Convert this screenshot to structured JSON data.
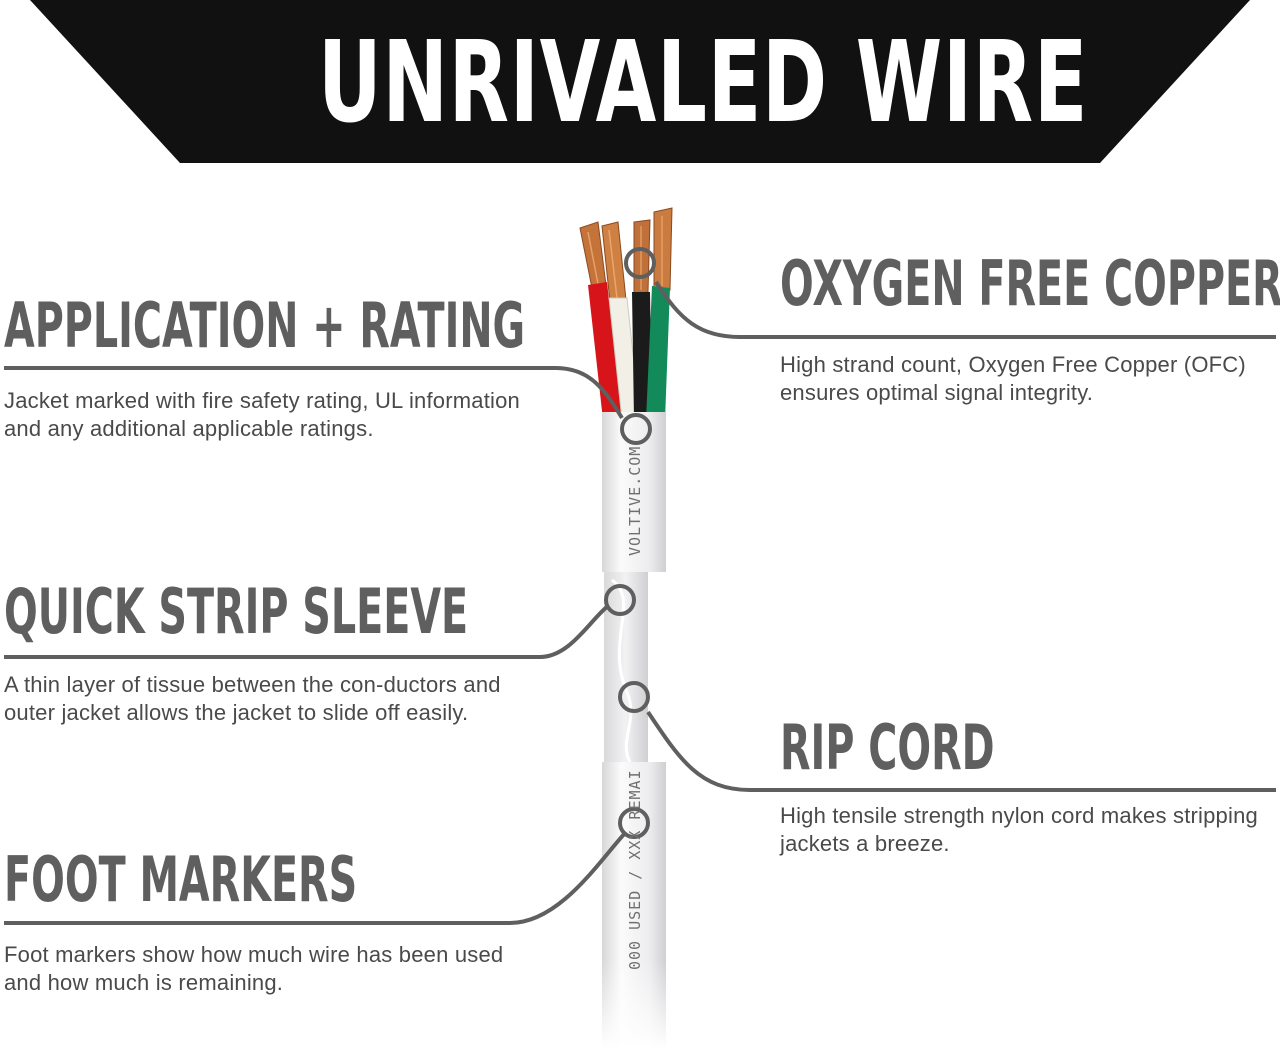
{
  "banner": {
    "title": "UNRIVALED WIRE"
  },
  "callouts": [
    {
      "id": "application-rating",
      "heading": "APPLICATION + RATING",
      "description": "Jacket marked with fire safety rating, UL information and any additional applicable ratings."
    },
    {
      "id": "quick-strip-sleeve",
      "heading": "QUICK STRIP SLEEVE",
      "description": "A thin layer of tissue between the con-ductors and outer jacket allows the jacket to slide off easily."
    },
    {
      "id": "foot-markers",
      "heading": "FOOT MARKERS",
      "description": "Foot markers show how much wire has been used and how much is remaining."
    },
    {
      "id": "oxygen-free-copper",
      "heading": "OXYGEN FREE COPPER",
      "description": "High strand count, Oxygen Free Copper (OFC) ensures optimal signal integrity."
    },
    {
      "id": "rip-cord",
      "heading": "RIP CORD",
      "description": "High tensile strength nylon cord makes stripping jackets a breeze."
    }
  ],
  "jacket_markings": {
    "brand": "VOLTIVE.COM",
    "foot_marker": "000 USED / XXX REMAI"
  },
  "colors": {
    "banner": "#111111",
    "heading": "#5f5f5f",
    "leader_line": "#5f5f5f",
    "conductor_red": "#d8141b",
    "conductor_white": "#f1efe6",
    "conductor_black": "#1b1b1b",
    "conductor_green": "#138a5a",
    "copper": "#c4743a"
  }
}
